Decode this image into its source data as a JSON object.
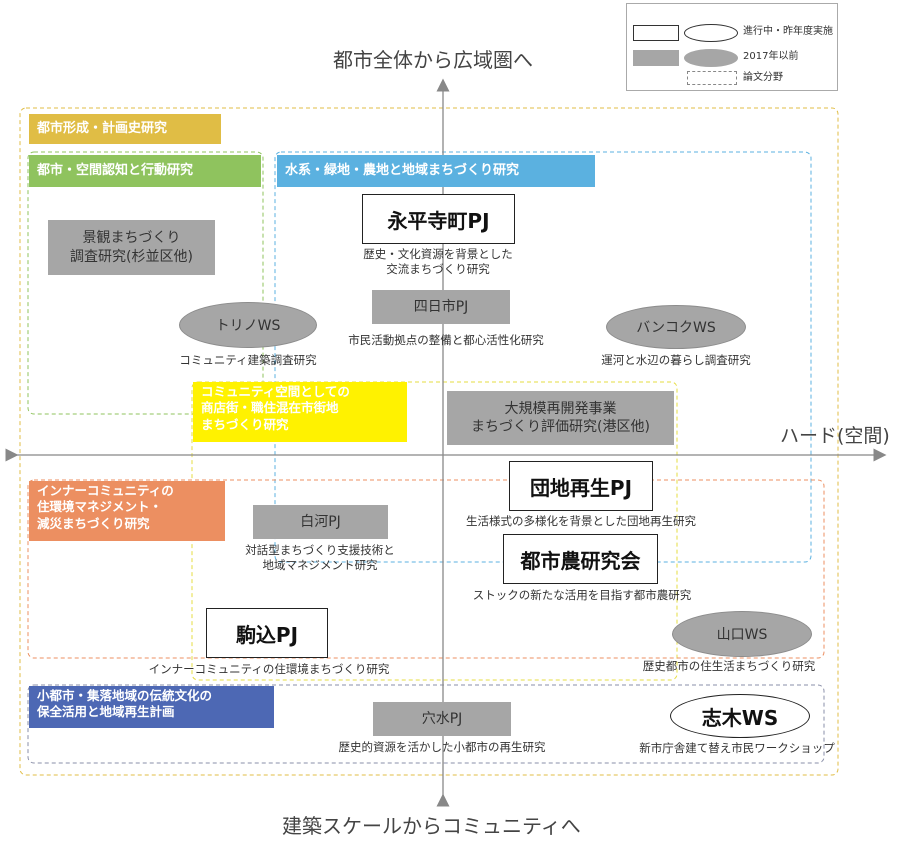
{
  "axes": {
    "top": "都市全体から広域圏へ",
    "bottom": "建築スケールからコミュニティへ",
    "right": "ハード(空間)"
  },
  "legend": {
    "current": "進行中・昨年度実施",
    "past": "2017年以前",
    "paper": "論文分野"
  },
  "categories": {
    "urban_history": "都市形成・計画史研究",
    "cognition": "都市・空間認知と行動研究",
    "water": "水系・緑地・農地と地域まちづくり研究",
    "shopping": "コミュニティ空間としての\n商店街・職住混在市街地\nまちづくり研究",
    "inner": "インナーコミュニティの\n住環境マネジメント・\n減災まちづくり研究",
    "small_city": "小都市・集落地域の伝統文化の\n保全活用と地域再生計画"
  },
  "projects": {
    "keikan": {
      "label": "景観まちづくり\n調査研究(杉並区他)"
    },
    "eiheiji": {
      "label": "永平寺町PJ",
      "caption": "歴史・文化資源を背景とした\n交流まちづくり研究"
    },
    "yokkaichi": {
      "label": "四日市PJ",
      "caption": "市民活動拠点の整備と都心活性化研究"
    },
    "torino": {
      "label": "トリノWS",
      "caption": "コミュニティ建築調査研究"
    },
    "bangkok": {
      "label": "バンコクWS",
      "caption": "運河と水辺の暮らし調査研究"
    },
    "daikibo": {
      "label": "大規模再開発事業\nまちづくり評価研究(港区他)"
    },
    "danchi": {
      "label": "団地再生PJ",
      "caption": "生活様式の多様化を背景とした団地再生研究"
    },
    "shirakawa": {
      "label": "白河PJ",
      "caption": "対話型まちづくり支援技術と\n地域マネジメント研究"
    },
    "toshino": {
      "label": "都市農研究会",
      "caption": "ストックの新たな活用を目指す都市農研究"
    },
    "komagome": {
      "label": "駒込PJ",
      "caption": "インナーコミュニティの住環境まちづくり研究"
    },
    "yamaguchi": {
      "label": "山口WS",
      "caption": "歴史都市の住生活まちづくり研究"
    },
    "anamizu": {
      "label": "穴水PJ",
      "caption": "歴史的資源を活かした小都市の再生研究"
    },
    "shiki": {
      "label": "志木WS",
      "caption": "新市庁舎建て替え市民ワークショップ"
    }
  },
  "colors": {
    "urban_history": "#e0bd45",
    "cognition": "#8fc35e",
    "water": "#5bb1e0",
    "shopping": "#fff200",
    "inner": "#ec8f61",
    "small_city": "#4d68b4",
    "gray": "#a6a6a6"
  }
}
